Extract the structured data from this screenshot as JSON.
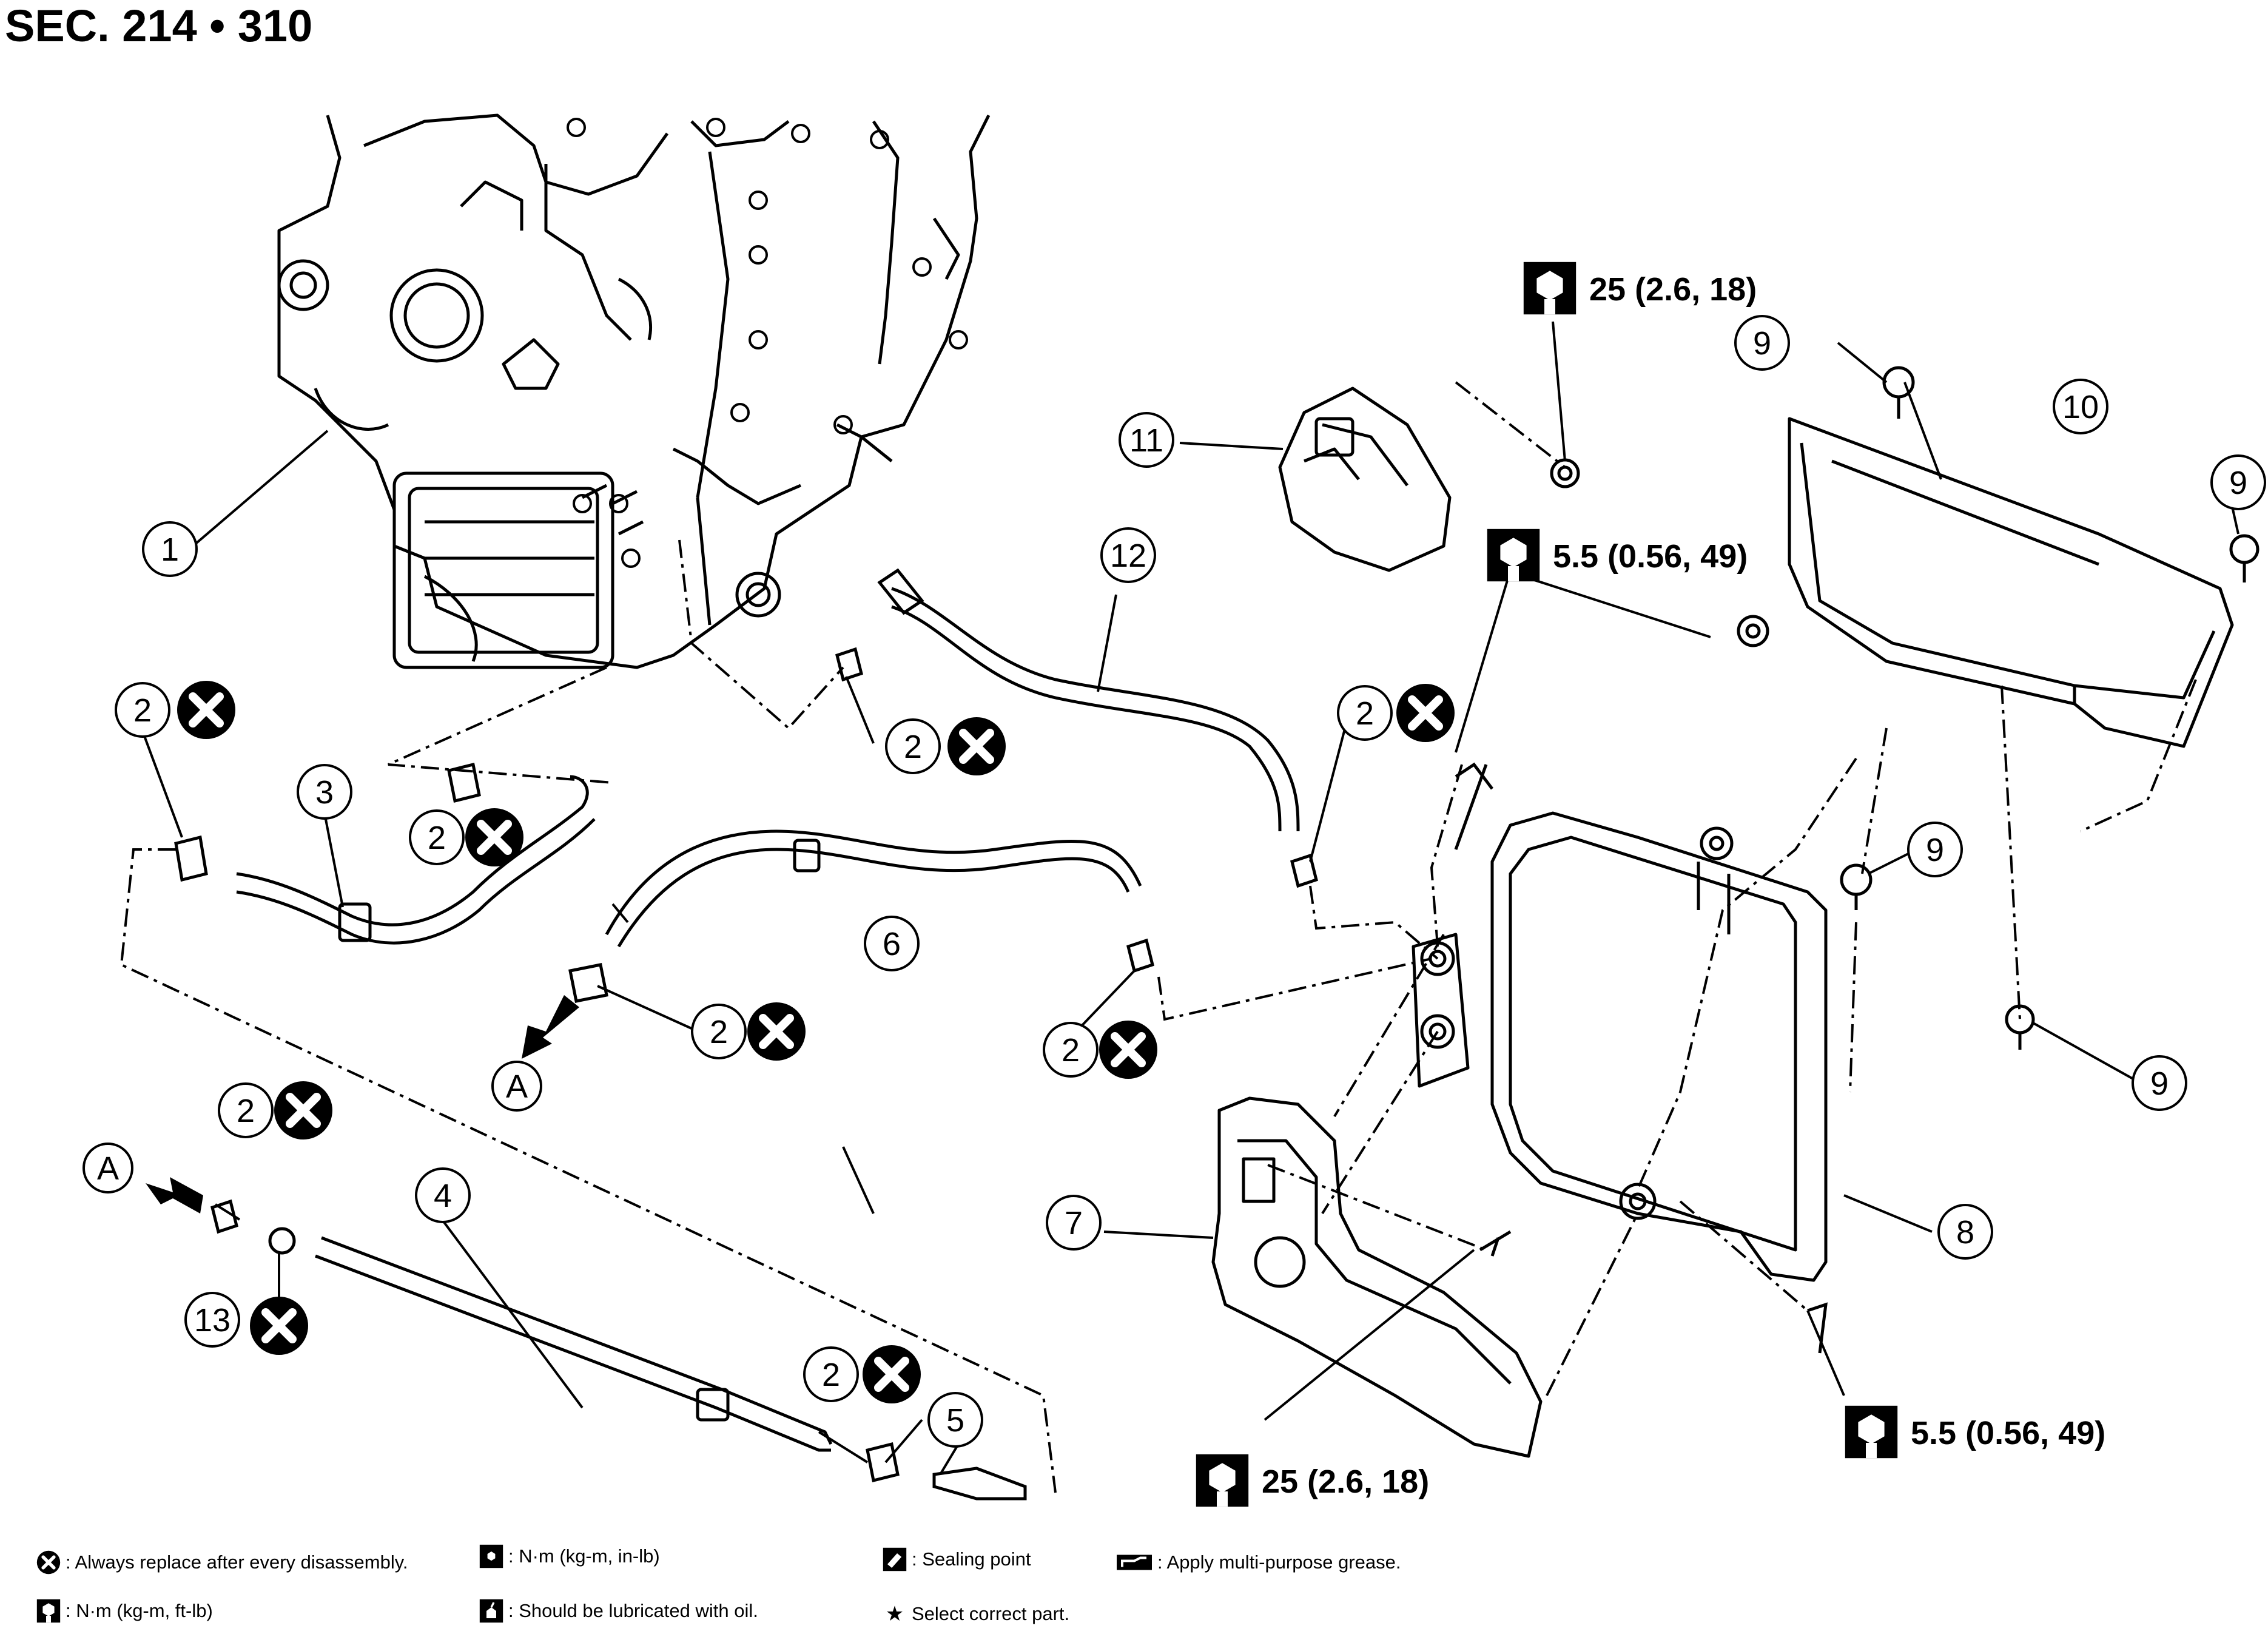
{
  "header": {
    "section": "SEC. 214 • 310"
  },
  "callouts": {
    "c1": "1",
    "c2a": "2",
    "c2b": "2",
    "c2c": "2",
    "c2d": "2",
    "c2e": "2",
    "c2f": "2",
    "c2g": "2",
    "c2h": "2",
    "c3": "3",
    "c4": "4",
    "c5": "5",
    "c6": "6",
    "c7": "7",
    "c8": "8",
    "c9a": "9",
    "c9b": "9",
    "c9c": "9",
    "c9d": "9",
    "c10": "10",
    "c11": "11",
    "c12": "12",
    "c13": "13",
    "arrowA1": "A",
    "arrowA2": "A"
  },
  "torques": {
    "t1": "25 (2.6, 18)",
    "t2": "5.5 (0.56, 49)",
    "t3": "25 (2.6, 18)",
    "t4": "5.5 (0.56, 49)"
  },
  "legend": {
    "replace": ": Always replace after every disassembly.",
    "ft_lb": ": N·m (kg-m, ft-lb)",
    "in_lb": ": N·m (kg-m, in-lb)",
    "lubricate": ": Should be lubricated with oil.",
    "sealing": ": Sealing point",
    "select": "Select correct part.",
    "grease": ": Apply multi-purpose grease."
  }
}
